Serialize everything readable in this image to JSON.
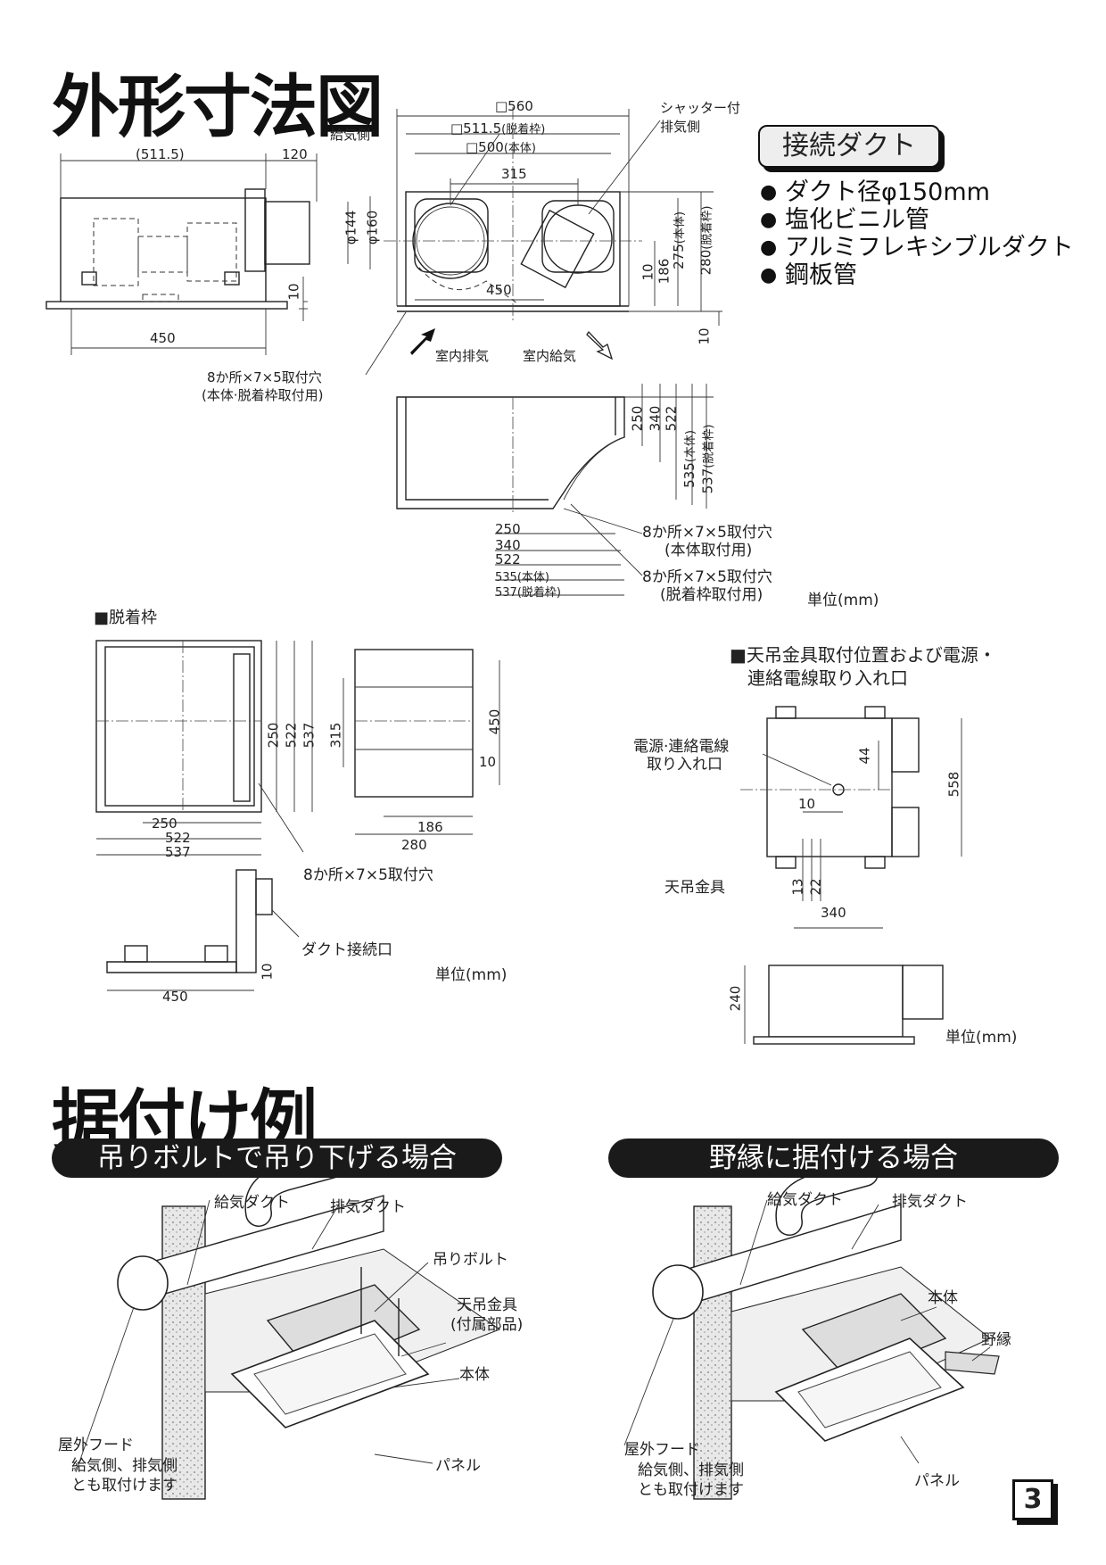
{
  "titles": {
    "dimension": "外形寸法図",
    "install": "据付け例"
  },
  "duct": {
    "title": "接続ダクト",
    "items": [
      "ダクト径φ150mm",
      "塩化ビニル管",
      "アルミフレキシブルダクト",
      "鋼板管"
    ]
  },
  "top_left": {
    "dim_511": "(511.5)",
    "dim_120": "120",
    "dim_450": "450",
    "dim_144": "φ144",
    "dim_160": "φ160",
    "dim_10": "10"
  },
  "front": {
    "supply_side": "給気側",
    "shutter": "シャッター付",
    "exhaust_side": "排気側",
    "dim_560": "□560",
    "dim_511": "□511.5",
    "dim_511_note": "(脱着枠)",
    "dim_500": "□500",
    "dim_500_note": "(本体)",
    "dim_315": "315",
    "dim_450": "450",
    "dim_186": "186",
    "dim_275": "275",
    "dim_275_note": "(本体)",
    "dim_280": "280",
    "dim_280_note": "(脱着枠)",
    "dim_10a": "10",
    "dim_10b": "10",
    "indoor_exhaust": "室内排気",
    "indoor_supply": "室内給気",
    "holes": "8か所×7×5取付穴",
    "holes_note": "(本体·脱着枠取付用)"
  },
  "bottom_view": {
    "dims_v": [
      "250",
      "340",
      "522",
      "535",
      "537"
    ],
    "dims_v_note535": "(本体)",
    "dims_v_note537": "(脱着枠)",
    "dims_h": [
      "250",
      "340",
      "522",
      "535(本体)",
      "537(脱着枠)"
    ],
    "holes1": "8か所×7×5取付穴",
    "holes1_note": "(本体取付用)",
    "holes2": "8か所×7×5取付穴",
    "holes2_note": "(脱着枠取付用)",
    "unit": "単位(mm)"
  },
  "frame": {
    "heading": "■脱着枠",
    "dims_v": [
      "250",
      "522",
      "537"
    ],
    "dims_h": [
      "250",
      "522",
      "537"
    ],
    "side_315": "315",
    "side_450": "450",
    "side_10": "10",
    "side_186": "186",
    "side_280": "280",
    "holes": "8か所×7×5取付穴",
    "duct_port": "ダクト接続口",
    "bottom_450": "450",
    "bottom_10": "10",
    "unit": "単位(mm)"
  },
  "hanger": {
    "heading1": "■天吊金具取付位置および電源・",
    "heading2": "連絡電線取り入れ口",
    "power1": "電源·連絡電線",
    "power2": "取り入れ口",
    "dim_44": "44",
    "dim_10": "10",
    "dim_558": "558",
    "dim_13": "13",
    "dim_22": "22",
    "dim_340": "340",
    "bracket": "天吊金具",
    "dim_240": "240",
    "unit": "単位(mm)"
  },
  "example1": {
    "title": "吊りボルトで吊り下げる場合",
    "supply_duct": "給気ダクト",
    "exhaust_duct": "排気ダクト",
    "bolt": "吊りボルト",
    "bracket": "天吊金具",
    "bracket_note": "(付属部品)",
    "body": "本体",
    "hood": "屋外フード",
    "hood_note1": "給気側、排気側",
    "hood_note2": "とも取付けます",
    "panel": "パネル"
  },
  "example2": {
    "title": "野縁に据付ける場合",
    "supply_duct": "給気ダクト",
    "exhaust_duct": "排気ダクト",
    "body": "本体",
    "joist": "野縁",
    "hood": "屋外フード",
    "hood_note1": "給気側、排気側",
    "hood_note2": "とも取付けます",
    "panel": "パネル"
  },
  "page": "3"
}
